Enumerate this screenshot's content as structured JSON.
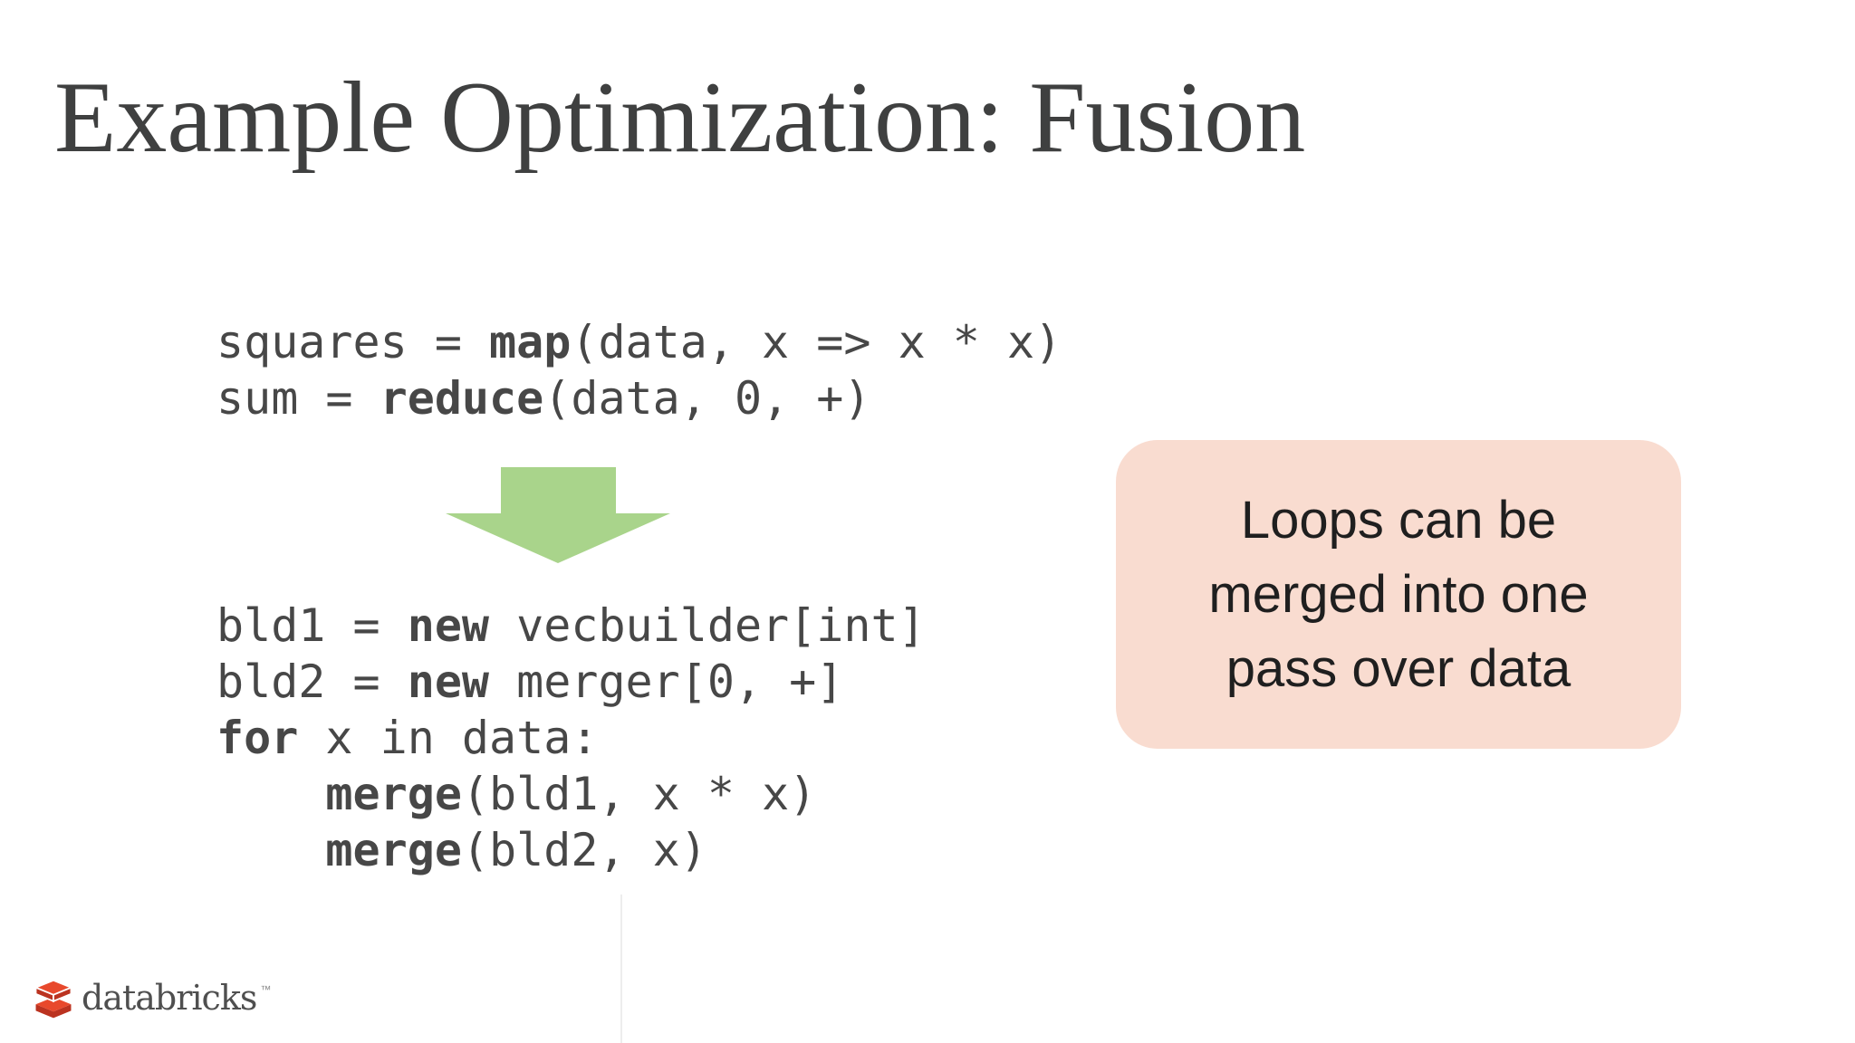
{
  "title": "Example Optimization: Fusion",
  "colors": {
    "title_text": "#3f4040",
    "code_text": "#474747",
    "arrow_green": "#a9d48b",
    "callout_bg": "#f9dcd0",
    "callout_text": "#1f1f1f",
    "logo_text": "#4f4f4f",
    "logo_brick_top": "#e8492c",
    "logo_brick_side": "#bb3320"
  },
  "code_before": {
    "lines": [
      {
        "segments": [
          {
            "text": "squares = "
          },
          {
            "text": "map",
            "bold": true
          },
          {
            "text": "(data, x => x * x)"
          }
        ]
      },
      {
        "segments": [
          {
            "text": "sum = "
          },
          {
            "text": "reduce",
            "bold": true
          },
          {
            "text": "(data, 0, +)"
          }
        ]
      }
    ]
  },
  "arrow": {
    "icon": "down-arrow-icon",
    "direction": "down"
  },
  "code_after": {
    "lines": [
      {
        "segments": [
          {
            "text": "bld1 = "
          },
          {
            "text": "new",
            "bold": true
          },
          {
            "text": " vecbuilder[int]"
          }
        ]
      },
      {
        "segments": [
          {
            "text": "bld2 = "
          },
          {
            "text": "new",
            "bold": true
          },
          {
            "text": " merger[0, +]"
          }
        ]
      },
      {
        "segments": [
          {
            "text": "for",
            "bold": true
          },
          {
            "text": " x in data:"
          }
        ]
      },
      {
        "segments": [
          {
            "text": "    "
          },
          {
            "text": "merge",
            "bold": true
          },
          {
            "text": "(bld1, x * x)"
          }
        ]
      },
      {
        "segments": [
          {
            "text": "    "
          },
          {
            "text": "merge",
            "bold": true
          },
          {
            "text": "(bld2, x)"
          }
        ]
      }
    ]
  },
  "callout": {
    "lines": [
      "Loops can be",
      "merged into one",
      "pass over data"
    ]
  },
  "footer": {
    "logo_text": "databricks",
    "trademark": "™",
    "logo_icon": "databricks-bricks-icon"
  }
}
